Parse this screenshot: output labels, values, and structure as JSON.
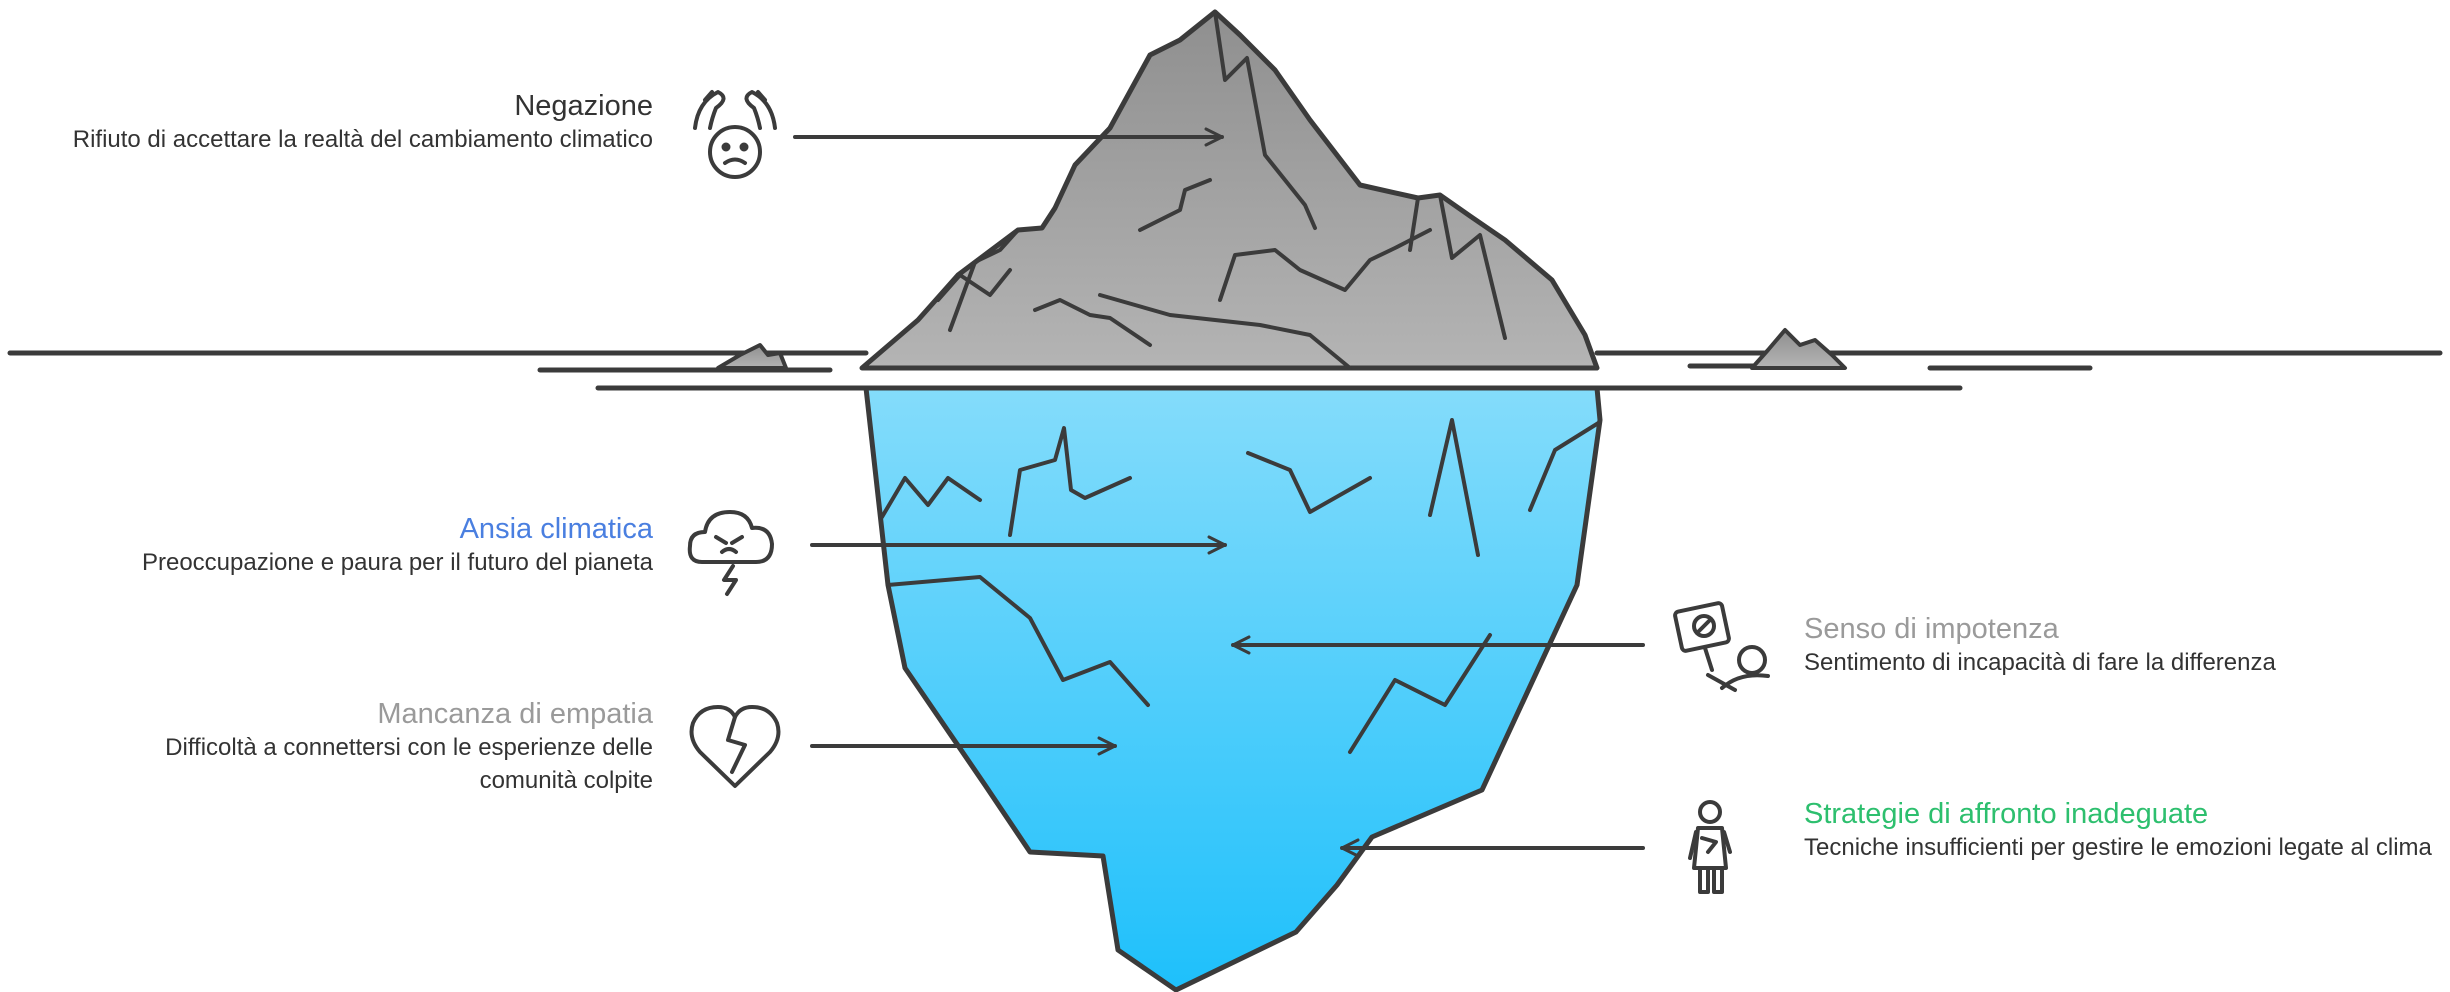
{
  "colors": {
    "outline": "#3b3b3b",
    "rock_top": "#8f8f8f",
    "rock_bottom": "#b4b4b4",
    "ice_top": "#84dcfb",
    "ice_bottom": "#1ec0fb",
    "title_default": "#333333",
    "title_blue": "#4a7fe0",
    "title_gray": "#9a9a9a",
    "title_green": "#2dbf6e"
  },
  "items": [
    {
      "id": "negazione",
      "title": "Negazione",
      "title_color": "#333333",
      "description": "Rifiuto di accettare la realtà del cambiamento climatico",
      "icon": "denial-hands-face-icon",
      "side": "left"
    },
    {
      "id": "ansia",
      "title": "Ansia climatica",
      "title_color": "#4a7fe0",
      "description": "Preoccupazione e paura per il futuro del pianeta",
      "icon": "storm-cloud-icon",
      "side": "left"
    },
    {
      "id": "empatia",
      "title": "Mancanza di empatia",
      "title_color": "#9a9a9a",
      "description": "Difficoltà a connettersi con le esperienze delle comunità colpite",
      "icon": "broken-heart-icon",
      "side": "left"
    },
    {
      "id": "impotenza",
      "title": "Senso di impotenza",
      "title_color": "#9a9a9a",
      "description": "Sentimento di incapacità di fare la differenza",
      "icon": "person-with-forbidden-sign-icon",
      "side": "right"
    },
    {
      "id": "strategie",
      "title": "Strategie di affronto inadeguate",
      "title_color": "#2dbf6e",
      "description": "Tecniche insufficienti per gestire le emozioni legate al clima",
      "icon": "struggling-person-icon",
      "side": "right"
    }
  ]
}
